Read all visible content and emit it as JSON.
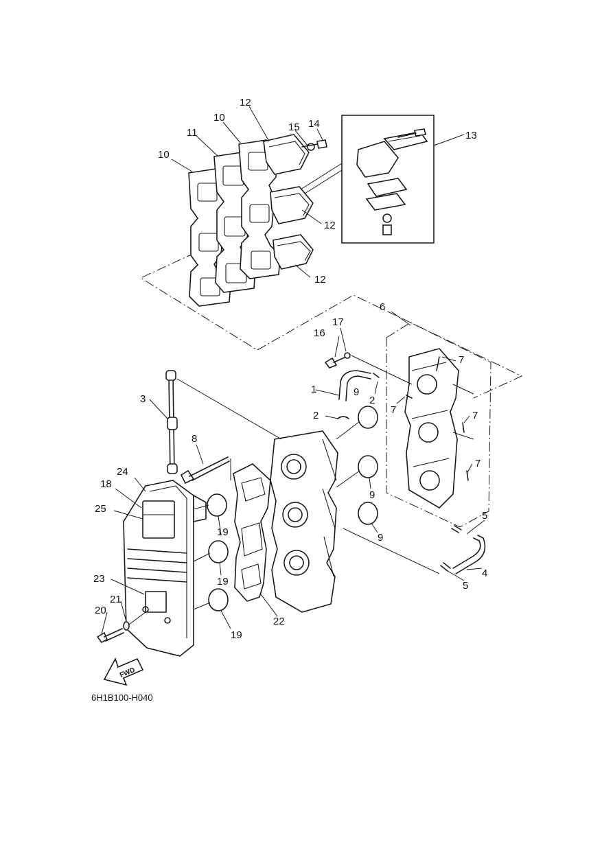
{
  "diagram": {
    "drawing_code": "6H1B100-H040",
    "direction_label": "FWD",
    "callouts": [
      "12",
      "10",
      "15",
      "14",
      "13",
      "11",
      "10",
      "12",
      "12",
      "6",
      "17",
      "16",
      "7",
      "1",
      "2",
      "9",
      "2",
      "7",
      "7",
      "3",
      "8",
      "7",
      "24",
      "18",
      "25",
      "19",
      "9",
      "5",
      "19",
      "9",
      "23",
      "4",
      "5",
      "21",
      "20",
      "19",
      "22"
    ]
  }
}
